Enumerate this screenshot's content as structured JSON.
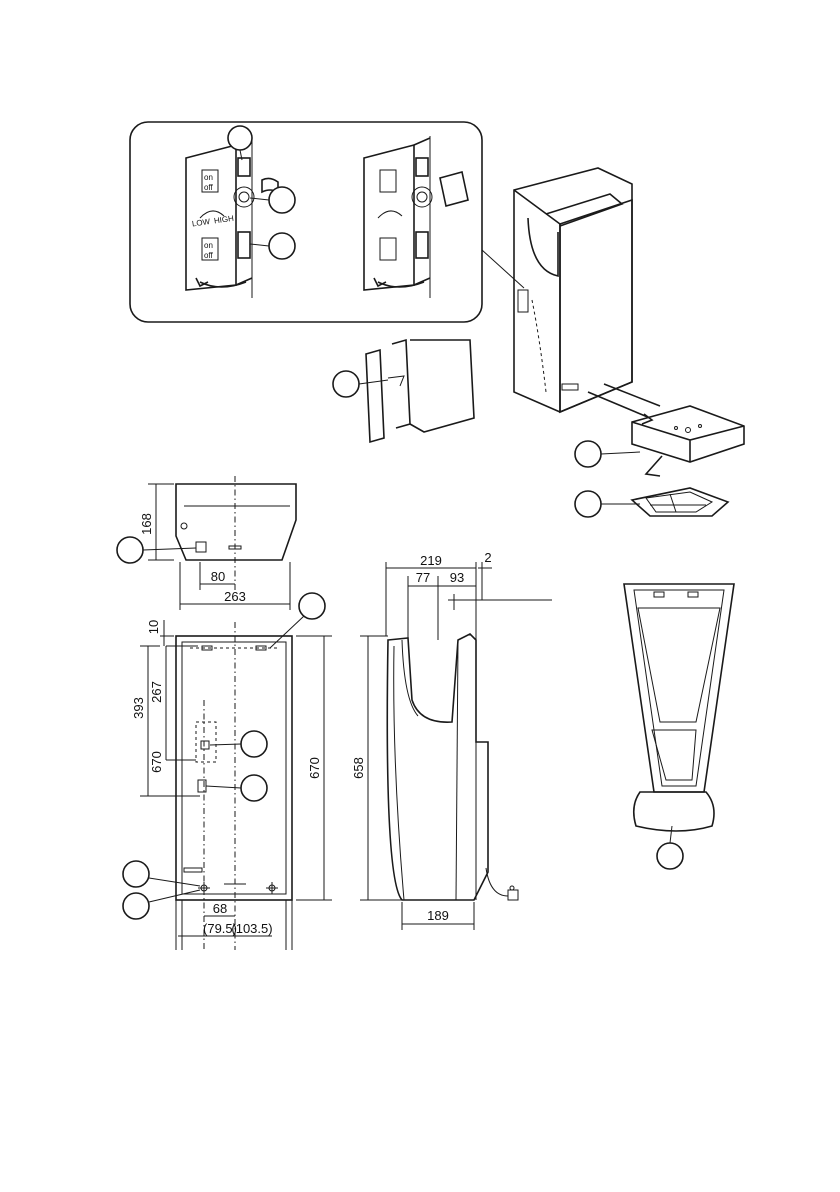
{
  "inset": {
    "switch_labels": [
      "on",
      "off",
      "on",
      "off"
    ],
    "speed_low": "LOW",
    "speed_high": "HIGH"
  },
  "dimensions": {
    "front_top_depth": "168",
    "front_top_offset": "80",
    "front_top_width": "263",
    "front_top_margin": "10",
    "front_height_267": "267",
    "front_height_393": "393",
    "front_height_670_inner": "670",
    "front_height_670": "670",
    "front_bottom_68": "68",
    "front_bottom_79": "(79.5)",
    "front_bottom_103": "(103.5)",
    "side_depth": "219",
    "side_gap": "2",
    "side_77": "77",
    "side_93": "93",
    "side_height": "658",
    "side_bottom_depth": "189"
  }
}
